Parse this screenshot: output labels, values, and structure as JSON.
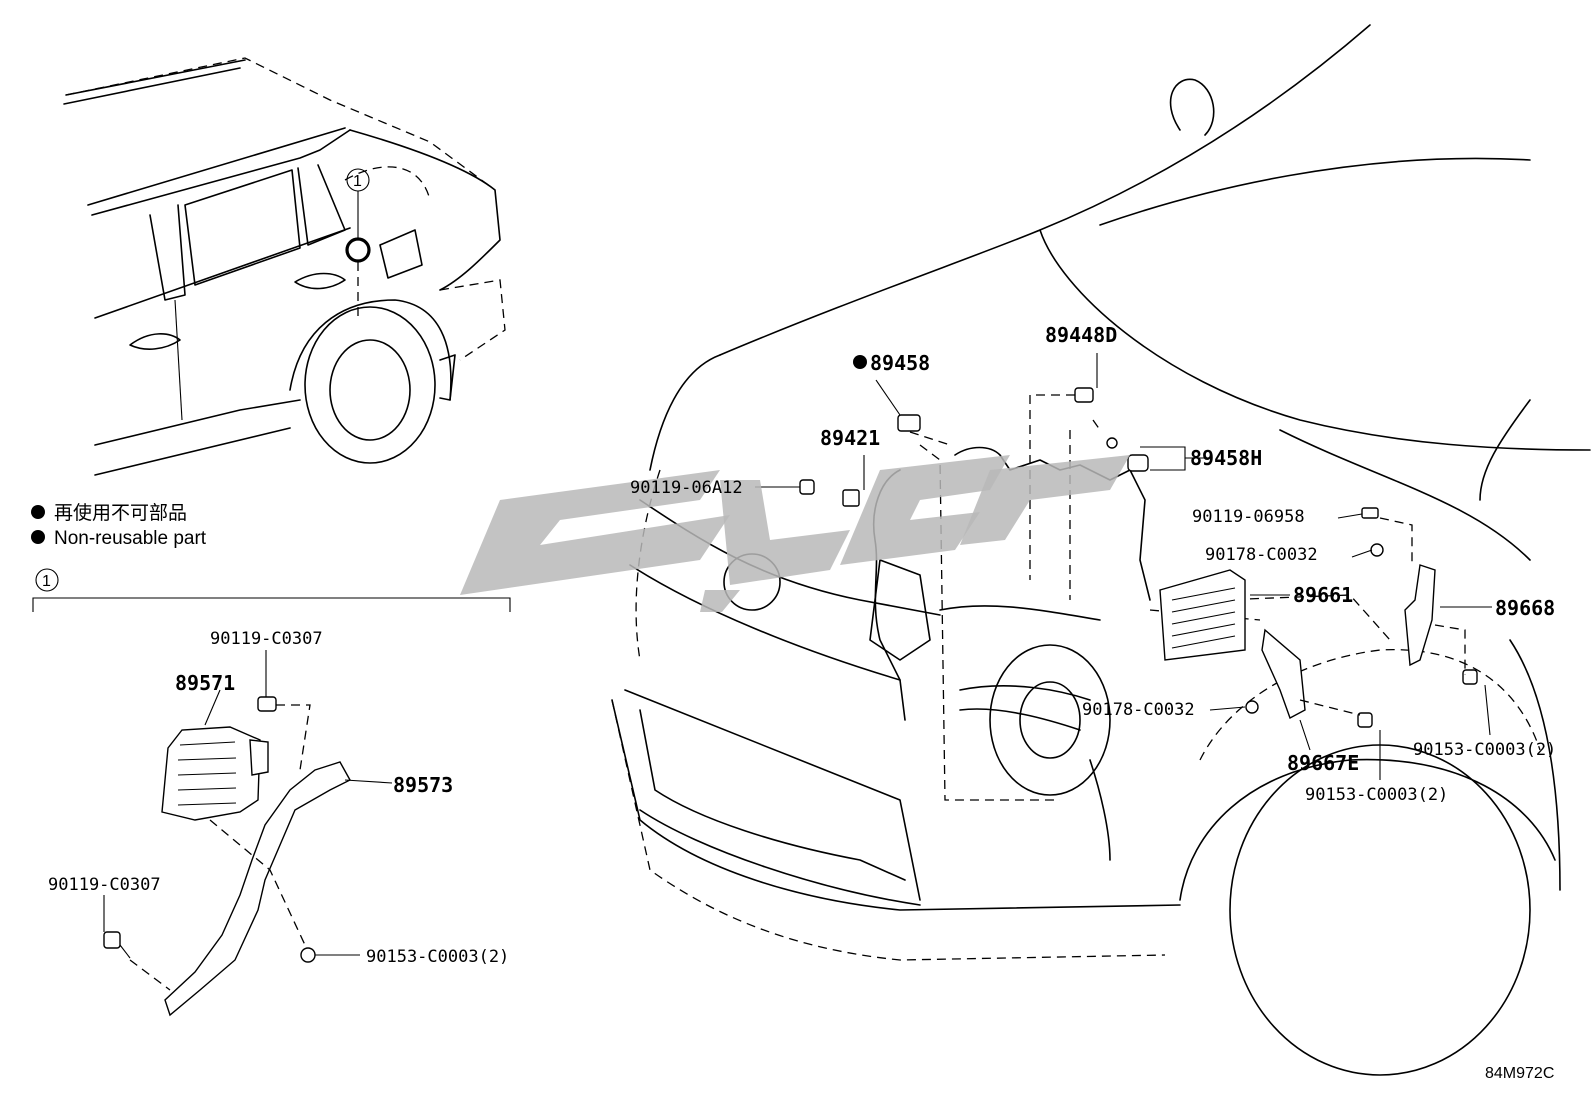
{
  "legend": {
    "marker": "●",
    "japanese": "再使用不可部品",
    "english": "Non-reusable part"
  },
  "callout": {
    "ref": "1"
  },
  "labels": {
    "p89448D": "89448D",
    "p89458": "89458",
    "p89421": "89421",
    "p89458H": "89458H",
    "p90119_06A12": "90119-06A12",
    "p90119_06958": "90119-06958",
    "p90178_C0032_top": "90178-C0032",
    "p89661": "89661",
    "p89668": "89668",
    "p90178_C0032_mid": "90178-C0032",
    "p89667E": "89667E",
    "p90153_right": "90153-C0003(2)",
    "p90153_center": "90153-C0003(2)",
    "p90119_C0307_top": "90119-C0307",
    "p89571": "89571",
    "p89573": "89573",
    "p90119_C0307_left": "90119-C0307",
    "p90153_bottom": "90153-C0003(2)"
  },
  "drawing_code": "84M972C"
}
